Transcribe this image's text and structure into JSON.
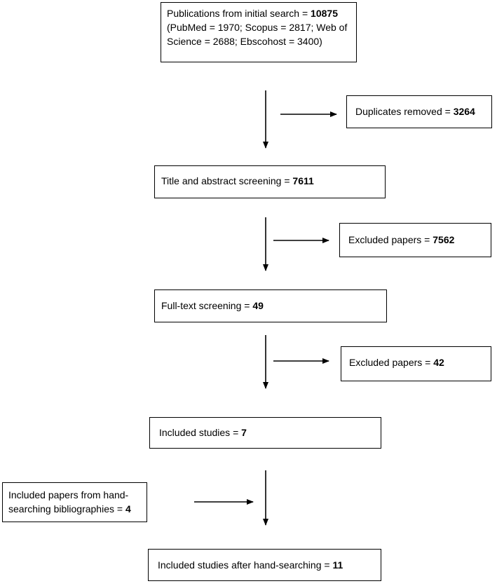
{
  "boxes": {
    "initial_search": {
      "prefix": "Publications from initial search  = ",
      "count": "10875",
      "detail": "(PubMed = 1970; Scopus = 2817; Web of Science = 2688; Ebscohost = 3400)"
    },
    "duplicates": {
      "prefix": "Duplicates removed = ",
      "count": "3264"
    },
    "title_abstract": {
      "prefix": "Title and abstract screening = ",
      "count": "7611"
    },
    "excluded_1": {
      "prefix": "Excluded papers = ",
      "count": "7562"
    },
    "full_text": {
      "prefix": "Full-text screening = ",
      "count": "49"
    },
    "excluded_2": {
      "prefix": "Excluded papers = ",
      "count": "42"
    },
    "included": {
      "prefix": "Included studies = ",
      "count": "7"
    },
    "hand_search": {
      "prefix": "Included papers from hand-searching bibliographies = ",
      "count": "4"
    },
    "final": {
      "prefix": "Included studies after hand-searching = ",
      "count": "11"
    }
  }
}
